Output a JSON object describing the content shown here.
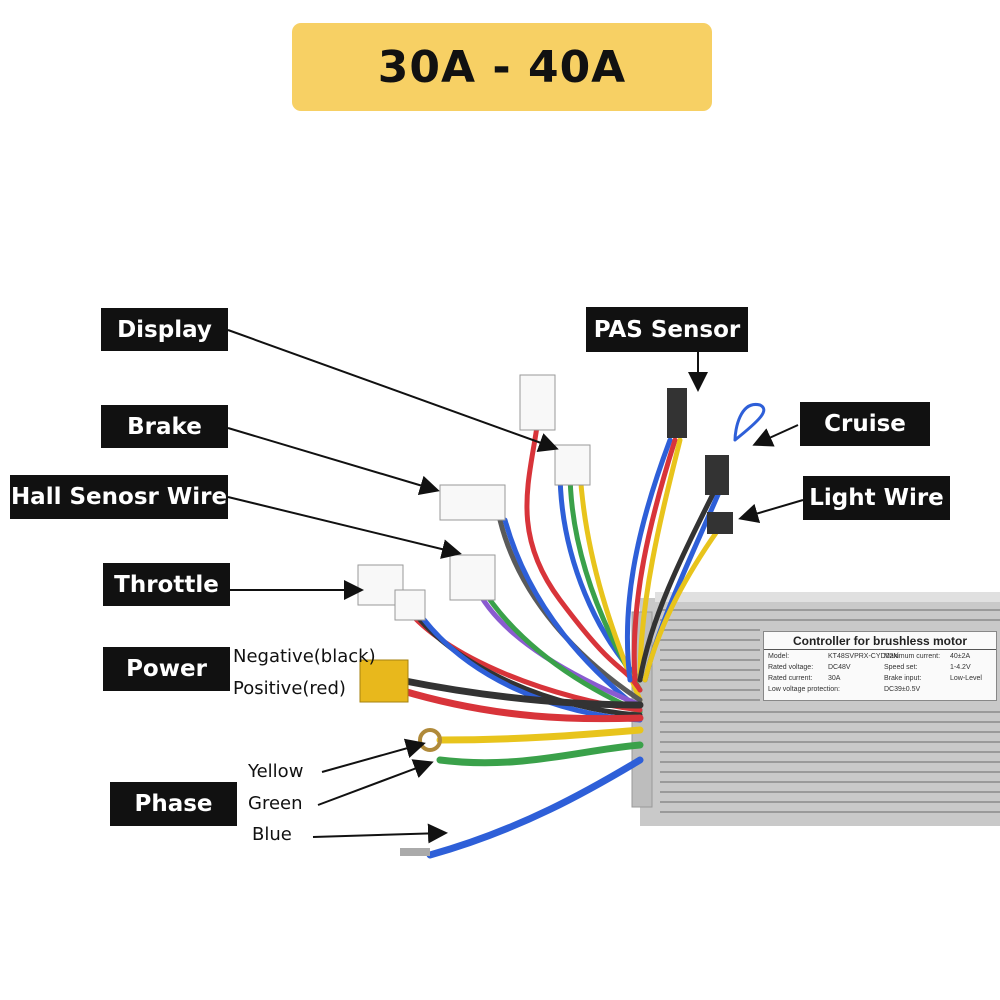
{
  "banner": {
    "text": "30A - 40A",
    "color": "#f7d064"
  },
  "labels": {
    "display": "Display",
    "brake": "Brake",
    "hall": "Hall Senosr Wire",
    "throttle": "Throttle",
    "power": "Power",
    "phase": "Phase",
    "pas": "PAS Sensor",
    "cruise": "Cruise",
    "light": "Light Wire"
  },
  "power_sub": {
    "negative": "Negative(black)",
    "positive": "Positive(red)"
  },
  "phase_sub": {
    "yellow": "Yellow",
    "green": "Green",
    "blue": "Blue"
  },
  "plate": {
    "title": "Controller for brushless motor",
    "model_label": "Model:",
    "model_value": "KT48SVPRX-CYD02N",
    "max_current_label": "Maximum current:",
    "max_current_value": "40±2A",
    "rated_voltage_label": "Rated voltage:",
    "rated_voltage_value": "DC48V",
    "speed_set_label": "Speed set:",
    "speed_set_value": "1-4.2V",
    "rated_current_label": "Rated current:",
    "rated_current_value": "30A",
    "brake_input_label": "Brake input:",
    "brake_input_value": "Low-Level",
    "low_voltage_label": "Low voltage protection:",
    "low_voltage_value": "DC39±0.5V"
  },
  "colors": {
    "label_bg": "#111111",
    "label_text": "#ffffff",
    "connector": "#ffffff",
    "power_connector": "#e8b81c",
    "controller": "#c8c8c8"
  }
}
